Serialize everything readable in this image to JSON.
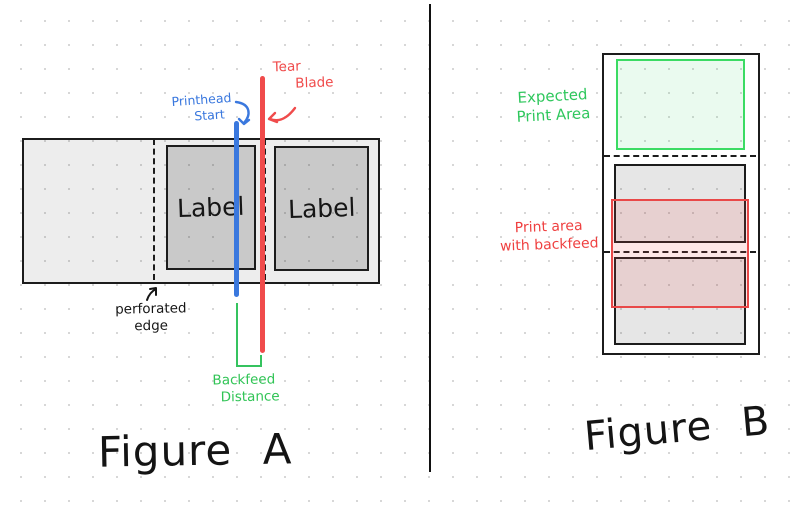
{
  "colors": {
    "ink": "#1c1c1c",
    "blue": "#3a78de",
    "red": "#f04b4b",
    "green": "#35c35f",
    "media_fill": "#ebebeb",
    "label_fill": "#cfcfcf",
    "green_fill": "#e9faee",
    "red_fill": "#f7dada"
  },
  "figure_a": {
    "caption": "Figure A",
    "label_1": "Label",
    "label_2": "Label",
    "annotations": {
      "printhead_line1": "Printhead",
      "printhead_line2": "Start",
      "tear_line1": "Tear",
      "tear_line2": "Blade",
      "perforated_line1": "perforated",
      "perforated_line2": "edge",
      "backfeed_line1": "Backfeed",
      "backfeed_line2": "Distance"
    }
  },
  "figure_b": {
    "caption": "Figure B",
    "annotations": {
      "expected_line1": "Expected",
      "expected_line2": "Print Area",
      "backfeed_area_line1": "Print area",
      "backfeed_area_line2": "with backfeed"
    }
  }
}
